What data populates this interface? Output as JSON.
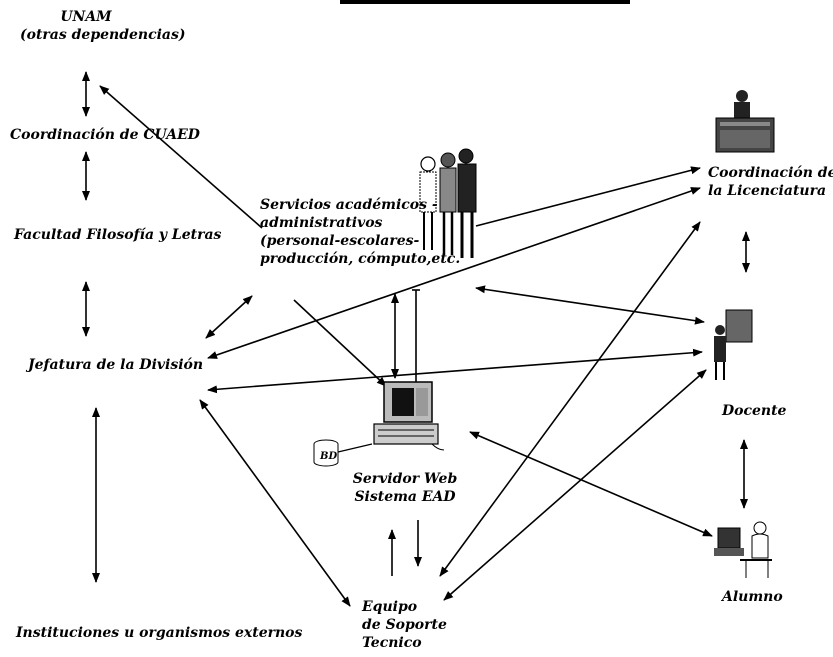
{
  "nodes": {
    "unam": {
      "lines": [
        "UNAM",
        "(otras dependencias)"
      ]
    },
    "cuaed": {
      "lines": [
        "Coordinación de CUAED"
      ]
    },
    "filosofia": {
      "lines": [
        "Facultad Filosofía y Letras"
      ]
    },
    "jefatura": {
      "lines": [
        "Jefatura de la División"
      ]
    },
    "instituciones": {
      "lines": [
        "Instituciones u organismos externos"
      ]
    },
    "servicios": {
      "lines": [
        "Servicios académicos -",
        "administrativos",
        "(personal-escolares-",
        "producción, cómputo,etc."
      ]
    },
    "servidor": {
      "lines": [
        "Servidor Web",
        "Sistema EAD"
      ]
    },
    "equipo": {
      "lines": [
        "Equipo",
        "de Soporte",
        "Tecnico"
      ]
    },
    "coordinacion_lic": {
      "lines": [
        "Coordinación de",
        "la Licenciatura"
      ]
    },
    "docente": {
      "lines": [
        "Docente"
      ]
    },
    "alumno": {
      "lines": [
        "Alumno"
      ]
    },
    "bd": {
      "lines": [
        "BD"
      ]
    }
  },
  "icons": {
    "people": "people-group-icon",
    "server": "computer-server-icon",
    "database": "database-icon",
    "coordinator": "desk-official-icon",
    "teacher": "teacher-board-icon",
    "student": "student-computer-icon"
  }
}
